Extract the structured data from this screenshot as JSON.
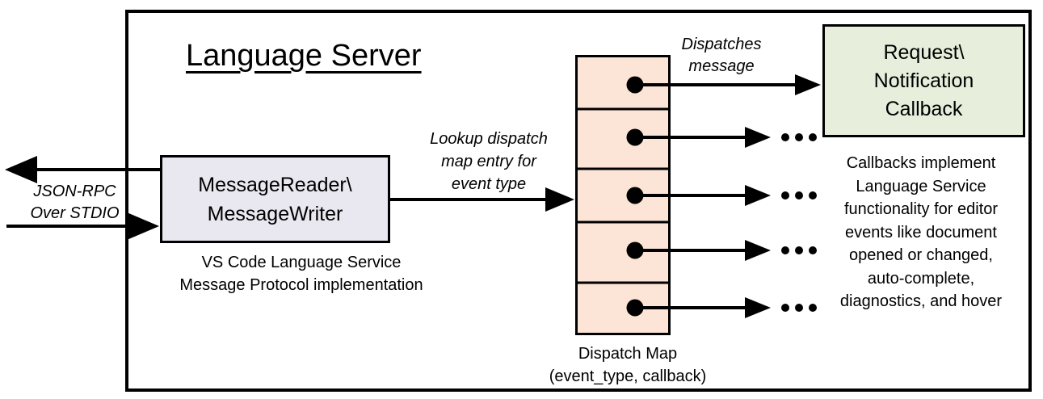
{
  "title": "Language Server",
  "reader_box": {
    "line1": "MessageReader\\",
    "line2": "MessageWriter",
    "fill": "#e9e7f0",
    "caption": [
      "VS Code Language Service",
      "Message Protocol implementation"
    ]
  },
  "dispatch_map": {
    "cell_count": 5,
    "fill": "#fce4d6",
    "caption": [
      "Dispatch Map",
      "(event_type, callback)"
    ]
  },
  "callback_box": {
    "line1": "Request\\",
    "line2": "Notification",
    "line3": "Callback",
    "fill": "#e7efdc",
    "caption": [
      "Callbacks implement",
      "Language Service",
      "functionality for editor",
      "events like document",
      "opened or changed,",
      "auto-complete,",
      "diagnostics, and hover"
    ]
  },
  "labels": {
    "json_rpc": [
      "JSON-RPC",
      "Over STDIO"
    ],
    "lookup": [
      "Lookup dispatch",
      "map entry for",
      "event type"
    ],
    "dispatches": [
      "Dispatches",
      "message"
    ],
    "ellipsis": "..."
  },
  "colors": {
    "line": "#000000",
    "reader_fill": "#e9e7f0",
    "dispatch_fill": "#fce4d6",
    "callback_fill": "#e7efdc",
    "background": "#ffffff"
  }
}
